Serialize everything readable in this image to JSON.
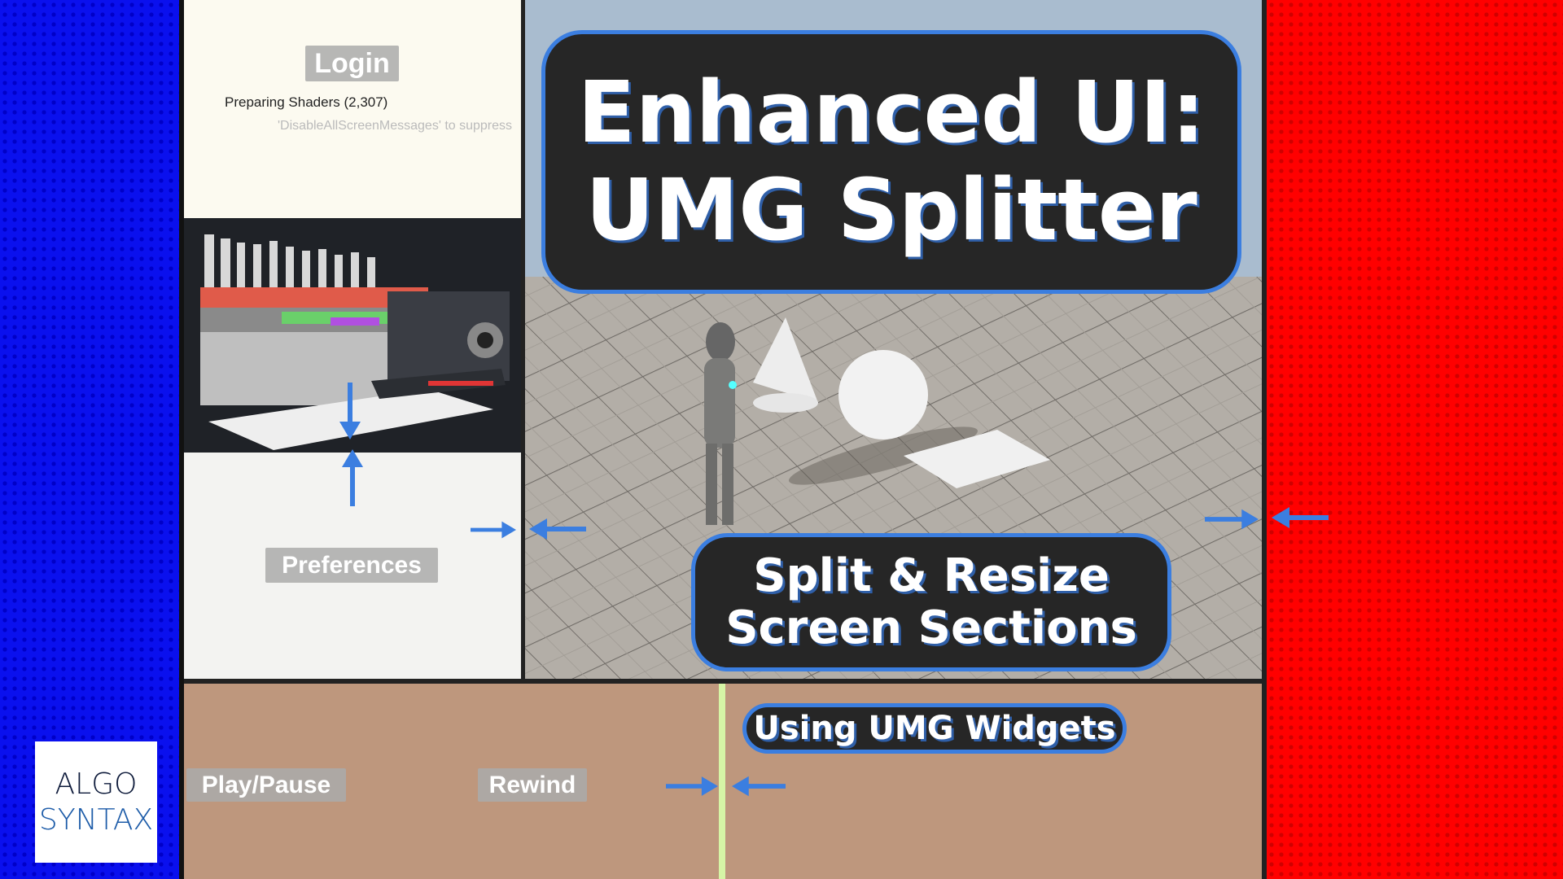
{
  "colors": {
    "left_panel": "#0a10ee",
    "right_panel": "#ff0000",
    "bottom_panel": "#be977d",
    "splitter": "#d6f5a6",
    "accent": "#3b7ee0"
  },
  "top_panel": {
    "login_label": "Login",
    "debug_message": "Preparing Shaders (2,307)",
    "debug_hint": "'DisableAllScreenMessages' to suppress"
  },
  "preferences_panel": {
    "preferences_label": "Preferences"
  },
  "bottom_panel": {
    "play_pause_label": "Play/Pause",
    "rewind_label": "Rewind"
  },
  "overlay": {
    "title_line1": "Enhanced UI:",
    "title_line2": "UMG Splitter",
    "subtitle_line1": "Split & Resize",
    "subtitle_line2": "Screen Sections",
    "tag": "Using UMG Widgets"
  },
  "logo": {
    "line1": "ALGO",
    "line2": "SYNTAX"
  },
  "icons": [
    "arrow-down-icon",
    "arrow-up-icon",
    "arrow-right-icon",
    "arrow-left-icon"
  ]
}
